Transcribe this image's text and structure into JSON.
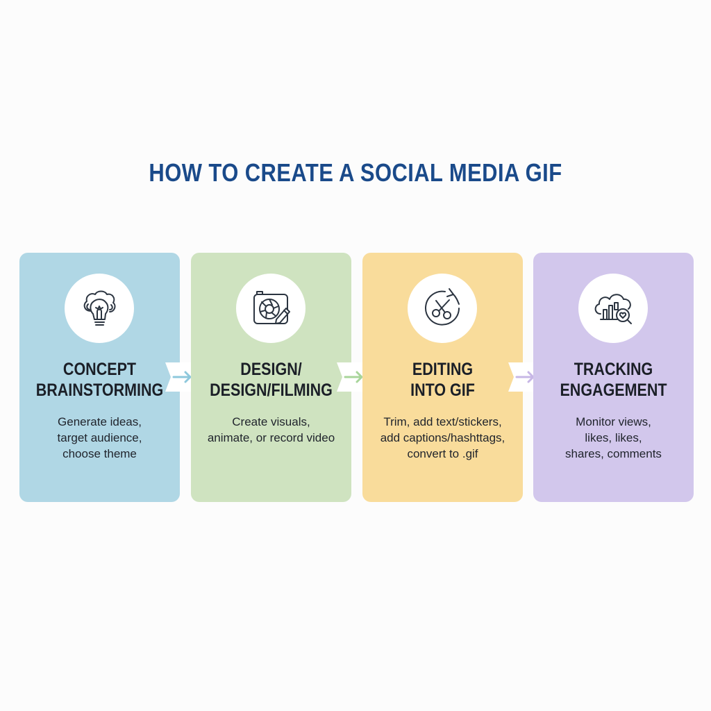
{
  "title": "HOW TO CREATE A SOCIAL MEDIA GIF",
  "steps": [
    {
      "heading_lines": [
        "CONCEPT",
        "BRAINSTORMING"
      ],
      "desc_lines": [
        "Generate ideas,",
        "target audience,",
        "choose theme"
      ],
      "icon": "lightbulb-brain-icon",
      "color": "#b0d7e5"
    },
    {
      "heading_lines": [
        "DESIGN/",
        "DESIGN/FILMING"
      ],
      "desc_lines": [
        "Create visuals,",
        "animate, or record video"
      ],
      "icon": "camera-pencil-icon",
      "color": "#cfe3c0"
    },
    {
      "heading_lines": [
        "EDITING",
        "INTO GIF"
      ],
      "desc_lines": [
        "Trim, add text/stickers,",
        "add captions/hashttags,",
        "convert to .gif"
      ],
      "icon": "scissors-cycle-icon",
      "color": "#f9dc9b"
    },
    {
      "heading_lines": [
        "TRACKING",
        "ENGAGEMENT"
      ],
      "desc_lines": [
        "Monitor views,",
        "likes, likes,",
        "shares, comments"
      ],
      "icon": "cloud-analytics-icon",
      "color": "#d2c7ec"
    }
  ],
  "arrows": [
    {
      "color": "#8ec8dc"
    },
    {
      "color": "#a8d59a"
    },
    {
      "color": "#c7b7e6"
    }
  ]
}
